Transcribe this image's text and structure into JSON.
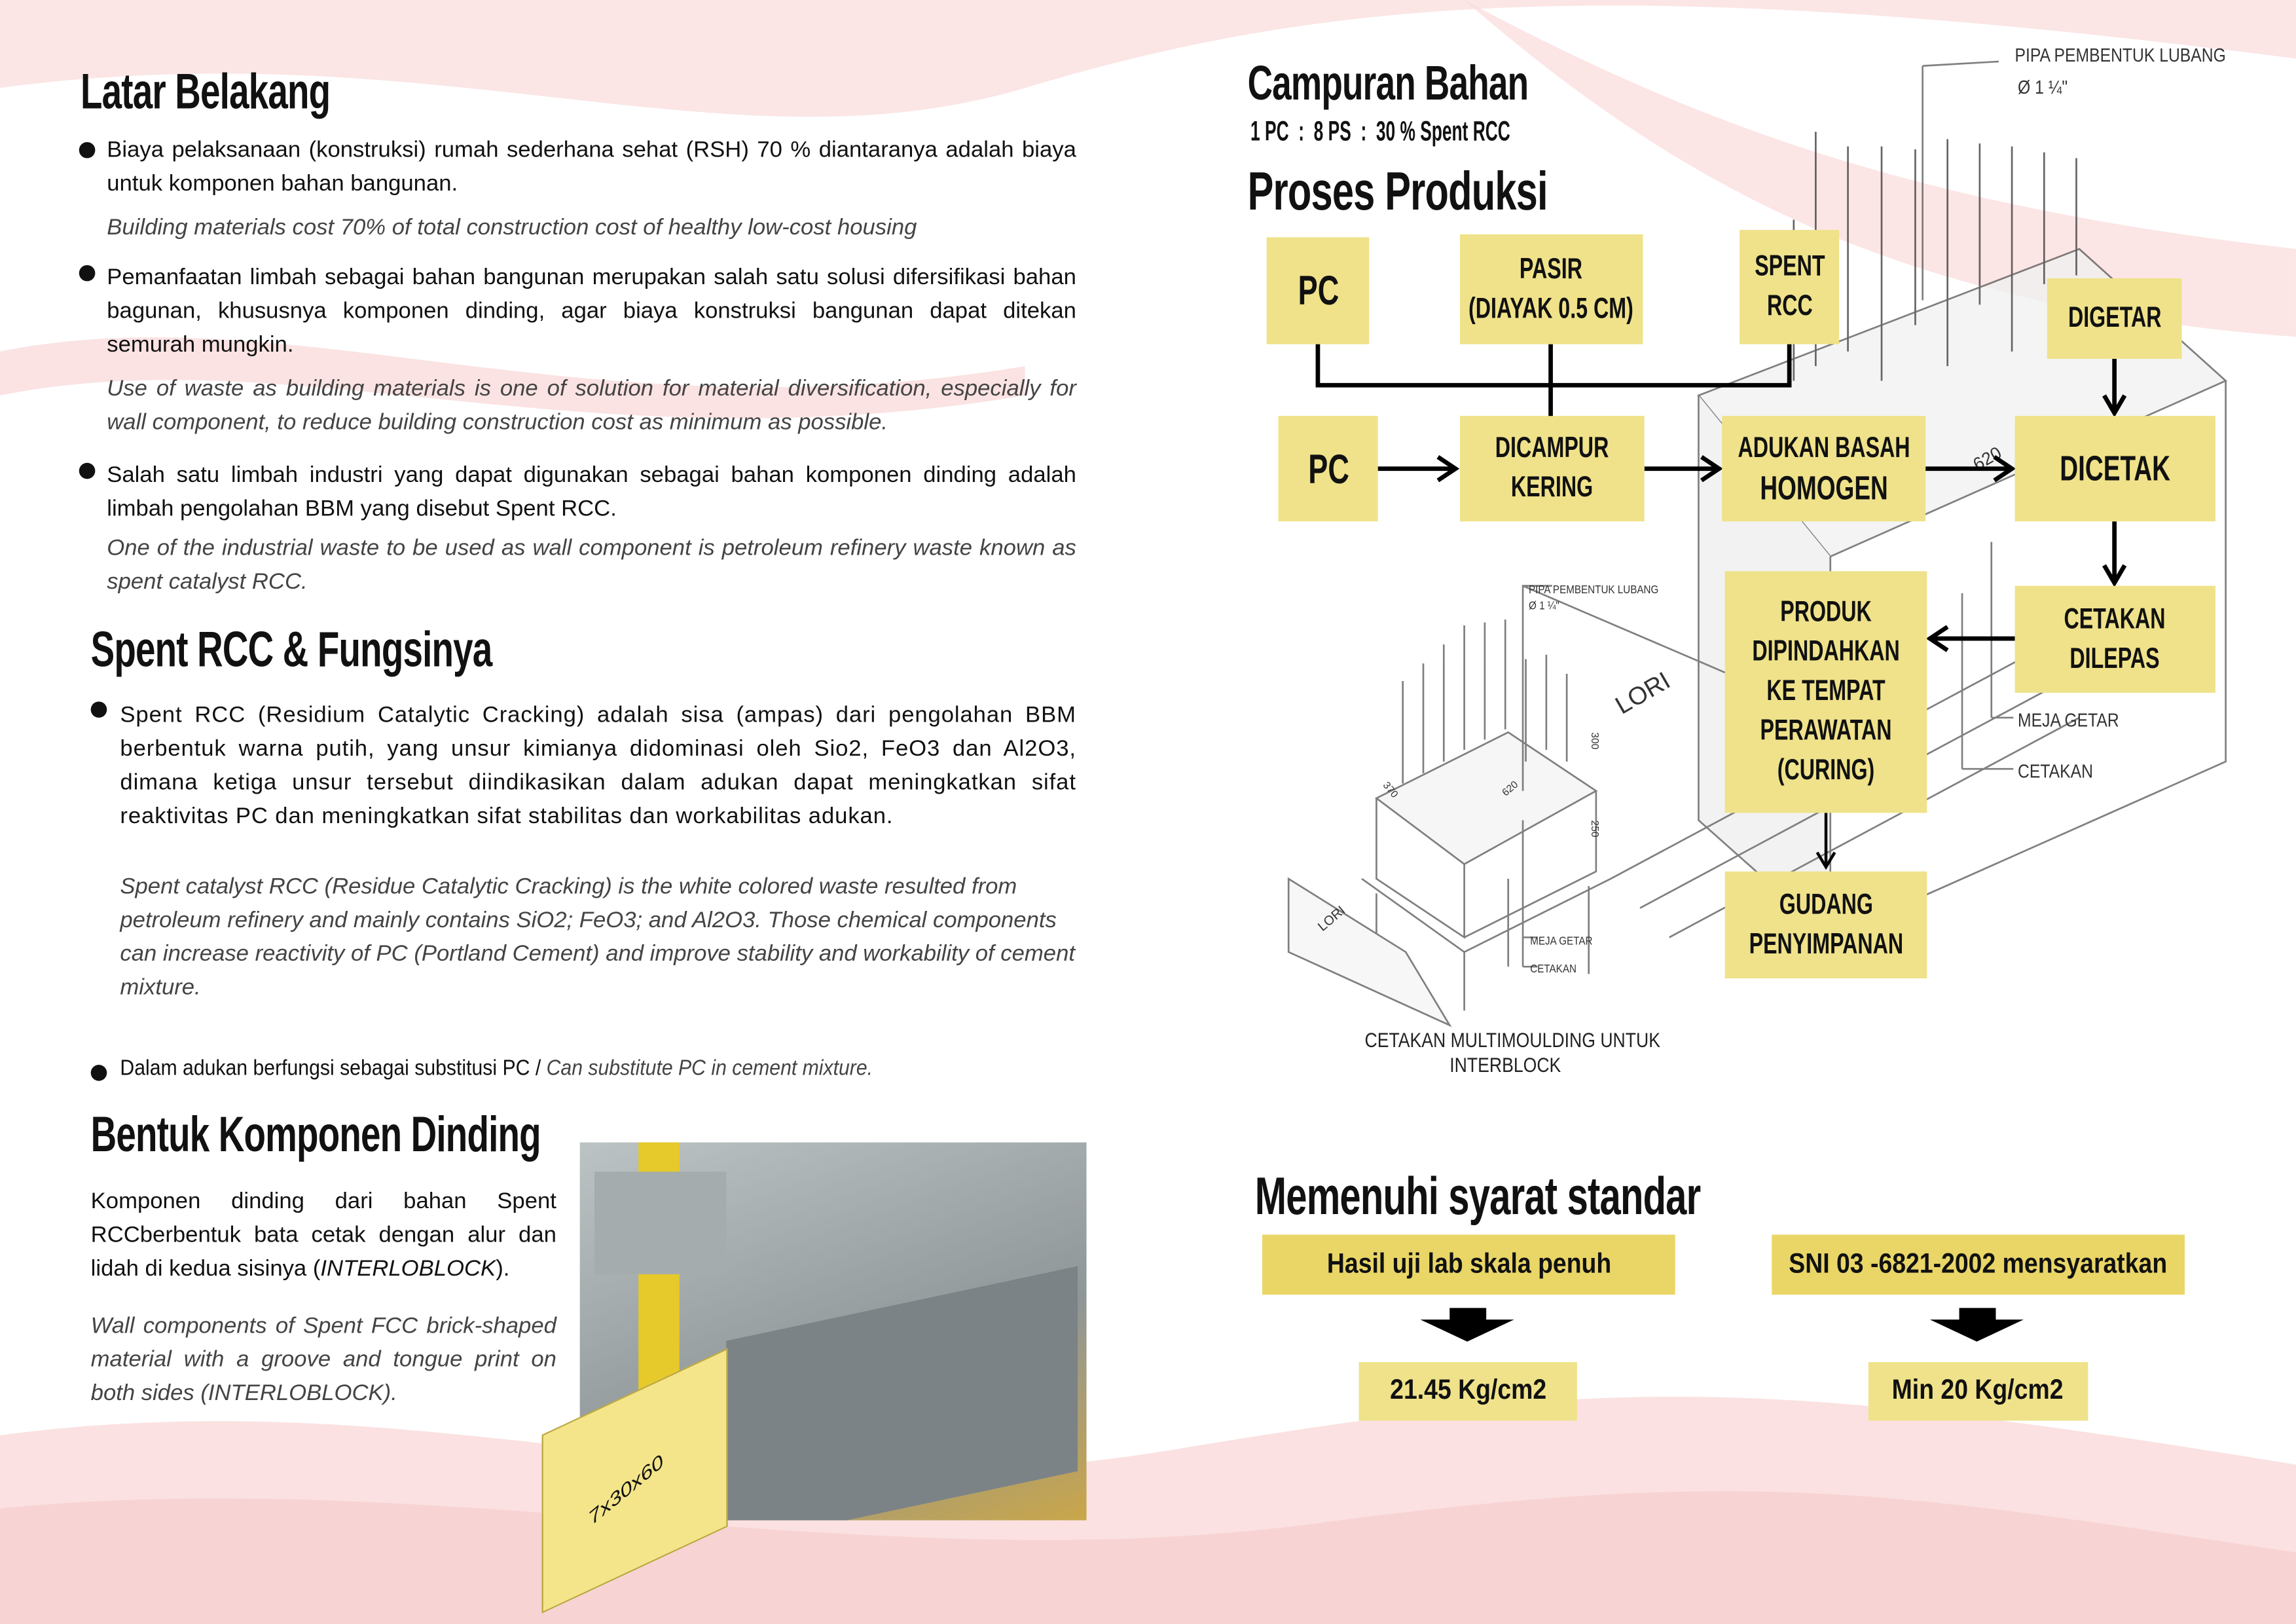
{
  "latar": {
    "title": "Latar Belakang",
    "bullets": [
      {
        "id": "Biaya pelaksanaan (konstruksi) rumah sederhana sehat (RSH) 70 % diantaranya adalah biaya untuk komponen bahan bangunan.",
        "en": "Building materials cost 70% of total construction cost of healthy low-cost housing"
      },
      {
        "id": "Pemanfaatan limbah sebagai bahan bangunan merupakan salah satu solusi difersifikasi bahan bagunan, khususnya komponen dinding, agar biaya konstruksi bangunan dapat ditekan semurah mungkin.",
        "en": "Use of waste as building materials is one of solution for material diversification, especially for wall component, to reduce building construction cost as minimum as possible."
      },
      {
        "id": "Salah satu limbah industri yang dapat digunakan sebagai bahan komponen dinding adalah limbah pengolahan BBM yang disebut Spent RCC.",
        "en": "One of the industrial waste to be used as wall component is petroleum refinery waste known as spent catalyst RCC."
      }
    ]
  },
  "spent": {
    "title": "Spent RCC & Fungsinya",
    "id": "Spent RCC (Residium Catalytic Cracking) adalah sisa (ampas) dari pengolahan BBM berbentuk warna putih, yang unsur kimianya didominasi oleh Sio2, FeO3 dan Al2O3, dimana ketiga unsur tersebut diindikasikan dalam adukan dapat meningkatkan sifat reaktivitas PC dan meningkatkan sifat stabilitas dan workabilitas adukan.",
    "en": "Spent catalyst RCC (Residue Catalytic Cracking) is the white colored waste resulted from petroleum refinery and mainly contains SiO2; FeO3; and Al2O3. Those chemical components can increase reactivity of PC (Portland Cement) and improve stability and workability of cement mixture.",
    "sub_id": "Dalam adukan berfungsi sebagai substitusi PC / ",
    "sub_en": "Can substitute PC in cement mixture."
  },
  "bentuk": {
    "title": "Bentuk Komponen Dinding",
    "id_a": "Komponen dinding dari bahan Spent RCCberbentuk bata cetak dengan alur dan lidah di kedua sisinya (",
    "id_b": "INTERLOBLOCK",
    "id_c": ").",
    "en": "Wall components of Spent FCC brick-shaped material with a groove and tongue print on both sides (INTERLOBLOCK).",
    "photo_label": "7x30x60"
  },
  "campuran": {
    "title": "Campuran Bahan",
    "ratio": "1 PC  :  8 PS  :  30 % Spent RCC"
  },
  "proses": {
    "title": "Proses Produksi",
    "boxes": {
      "pc1": "PC",
      "pasir1": "PASIR",
      "pasir2": "(DIAYAK 0.5 CM)",
      "spent1": "SPENT",
      "spent2": "RCC",
      "digetar": "DIGETAR",
      "pc2": "PC",
      "dicampur1": "DICAMPUR",
      "dicampur2": "KERING",
      "adukan1": "ADUKAN BASAH",
      "adukan2": "HOMOGEN",
      "dicetak": "DICETAK",
      "dilepas1": "CETAKAN",
      "dilepas2": "DILEPAS",
      "produk1": "PRODUK",
      "produk2": "DIPINDAHKAN",
      "produk3": "KE TEMPAT",
      "produk4": "PERAWATAN",
      "produk5": "(CURING)",
      "gudang1": "GUDANG",
      "gudang2": "PENYIMPANAN"
    }
  },
  "sketch": {
    "pipa": "PIPA PEMBENTUK LUBANG",
    "dia": "Ø 1 ¼\"",
    "meja": "MEJA GETAR",
    "cetakan": "CETAKAN",
    "lori": "LORI",
    "d620": "620",
    "d370": "370",
    "d300": "300",
    "d250": "250",
    "caption1": "CETAKAN MULTIMOULDING UNTUK",
    "caption2": "INTERBLOCK"
  },
  "standar": {
    "title": "Memenuhi syarat standar",
    "left_label": "Hasil uji lab skala penuh",
    "left_value": "21.45 Kg/cm2",
    "right_label": "SNI 03 -6821-2002 mensyaratkan",
    "right_value": "Min 20 Kg/cm2"
  },
  "colors": {
    "box": "#efe28a",
    "std": "#e9d667",
    "wave": "#f7d6d6"
  }
}
